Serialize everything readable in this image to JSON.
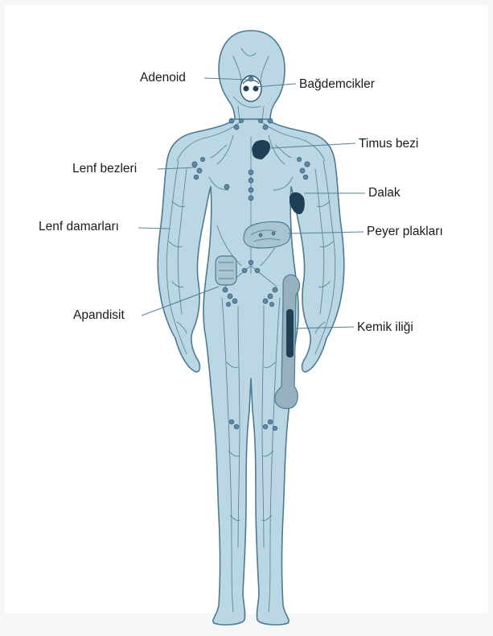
{
  "diagram": {
    "labels": {
      "adenoid": "Adenoid",
      "bademcikler": "Bağdemcikler",
      "timus": "Timus bezi",
      "lenf_bezleri": "Lenf bezleri",
      "dalak": "Dalak",
      "lenf_damarlari": "Lenf damarları",
      "peyer": "Peyer plakları",
      "apandisit": "Apandisit",
      "kemik": "Kemik iliği"
    },
    "colors": {
      "body_fill": "#bcd7e4",
      "body_outline": "#4d7a94",
      "vessel": "#4f7892",
      "organ_dark": "#1f3f56",
      "node": "#5f8aa3",
      "bone": "#96b0bf",
      "leader_line": "#5b7f96"
    }
  }
}
